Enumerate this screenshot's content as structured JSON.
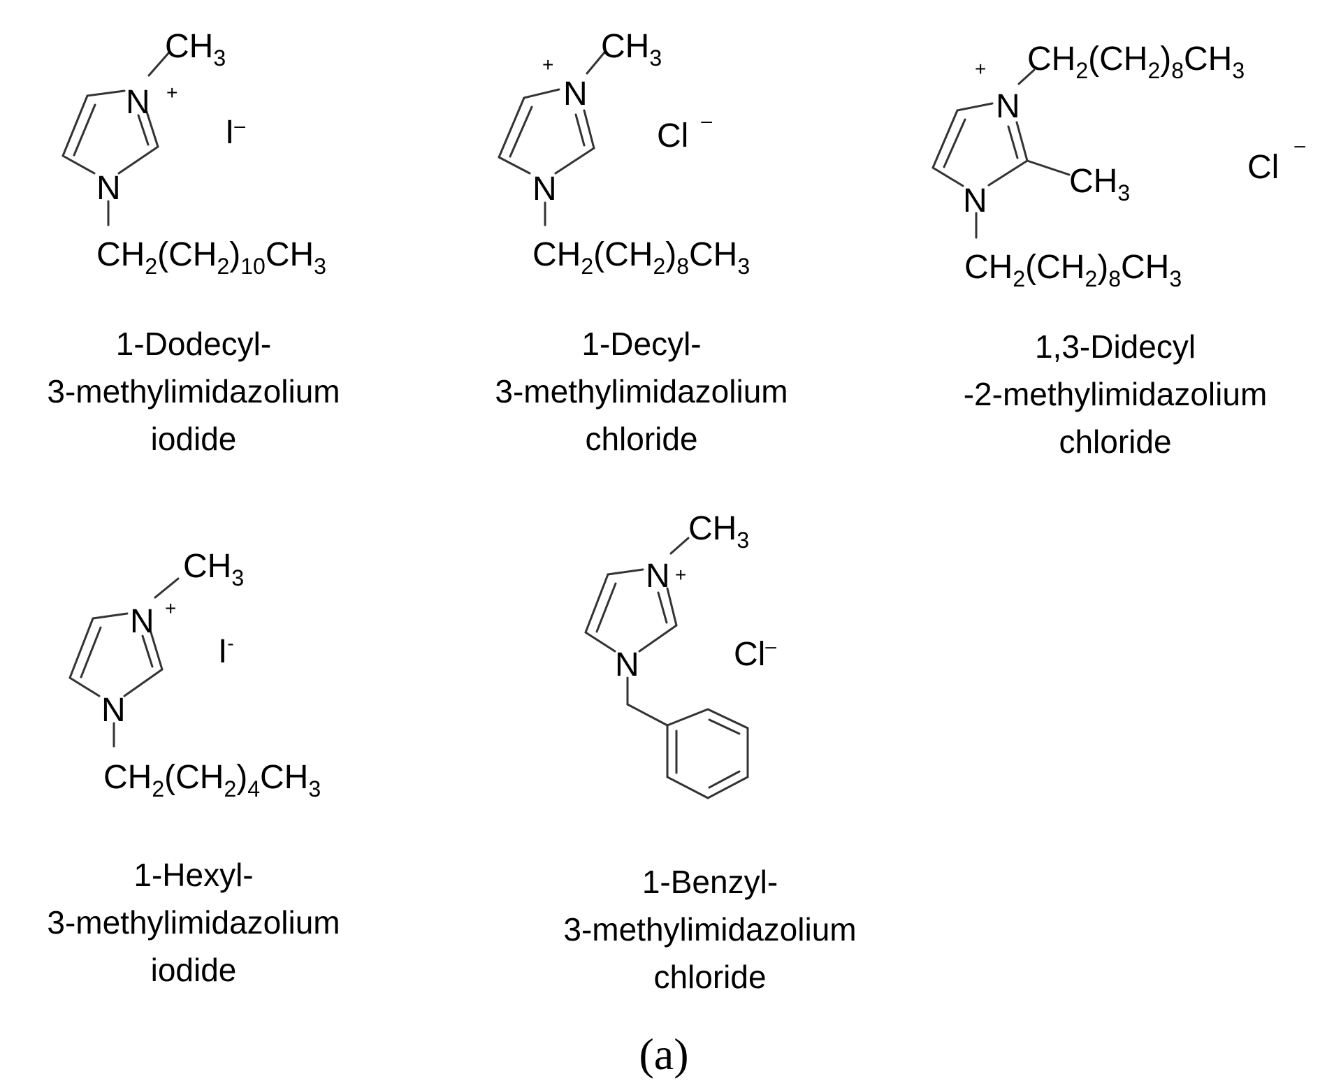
{
  "panel_label": "(a)",
  "compounds": [
    {
      "name_lines": [
        "1-Dodecyl-",
        "3-methylimidazolium",
        "iodide"
      ],
      "n3_substituent": {
        "base": "CH",
        "parts": [
          [
            "CH",
            "3"
          ]
        ]
      },
      "n1_substituent": [
        [
          "CH",
          "2"
        ],
        [
          "(CH",
          "2"
        ],
        [
          ")",
          "10"
        ],
        [
          "CH",
          "3"
        ]
      ],
      "anion": "I",
      "anion_charge": "–"
    },
    {
      "name_lines": [
        "1-Decyl-",
        "3-methylimidazolium",
        "chloride"
      ],
      "n1_substituent": [
        [
          "CH",
          "2"
        ],
        [
          "(CH",
          "2"
        ],
        [
          ")",
          "8"
        ],
        [
          "CH",
          "3"
        ]
      ],
      "anion": "Cl",
      "anion_charge": "–"
    },
    {
      "name_lines": [
        "1,3-Didecyl",
        "-2-methylimidazolium",
        "chloride"
      ],
      "n3_substituent": [
        [
          "CH",
          "2"
        ],
        [
          "(CH",
          "2"
        ],
        [
          ")",
          "8"
        ],
        [
          "CH",
          "3"
        ]
      ],
      "c2_substituent": [
        [
          "CH",
          "3"
        ]
      ],
      "n1_substituent": [
        [
          "CH",
          "2"
        ],
        [
          "(CH",
          "2"
        ],
        [
          ")",
          "8"
        ],
        [
          "CH",
          "3"
        ]
      ],
      "anion": "Cl",
      "anion_charge": "–"
    },
    {
      "name_lines": [
        "1-Hexyl-",
        "3-methylimidazolium",
        "iodide"
      ],
      "n1_substituent": [
        [
          "CH",
          "2"
        ],
        [
          "(CH",
          "2"
        ],
        [
          ")",
          "4"
        ],
        [
          "CH",
          "3"
        ]
      ],
      "anion": "I",
      "anion_charge": "-"
    },
    {
      "name_lines": [
        "1-Benzyl-",
        "3-methylimidazolium",
        "chloride"
      ],
      "anion": "Cl",
      "anion_charge": "–"
    }
  ],
  "atoms": {
    "nitrogen": "N",
    "plus": "+",
    "methyl": [
      [
        "CH",
        "3"
      ]
    ]
  }
}
